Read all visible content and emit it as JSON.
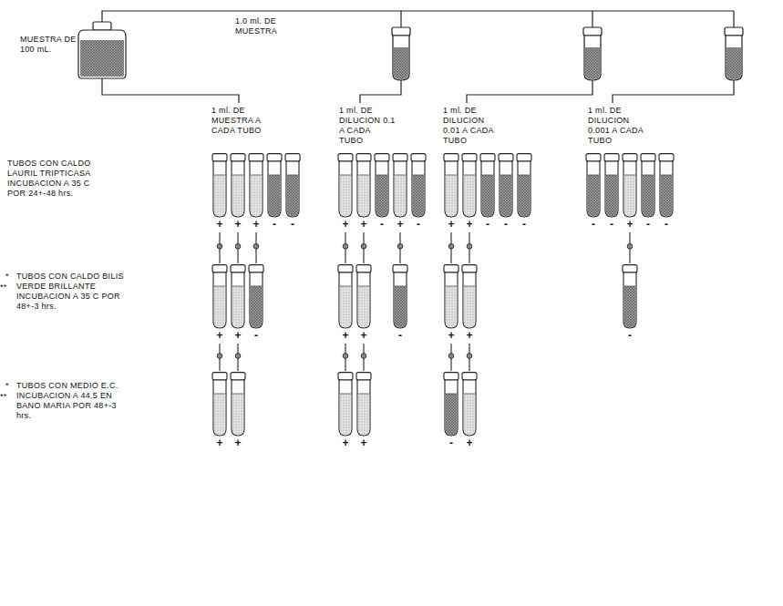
{
  "diagram": {
    "nodes": [
      {
        "text": [
          "+"
        ]
      },
      {
        "text": [
          "+"
        ]
      },
      {
        "text": [
          "+"
        ]
      },
      {
        "text": [
          "-"
        ]
      },
      {
        "text": [
          "-"
        ]
      },
      {
        "text": [
          "+"
        ]
      },
      {
        "text": [
          "+"
        ]
      },
      {
        "text": [
          "-"
        ]
      },
      {
        "text": [
          "+"
        ]
      },
      {
        "text": [
          "-"
        ]
      },
      {
        "text": [
          "+"
        ]
      },
      {
        "text": [
          "+"
        ]
      },
      {
        "text": [
          "-"
        ]
      },
      {
        "text": [
          "-"
        ]
      },
      {
        "text": [
          "-"
        ]
      },
      {
        "text": [
          "-"
        ]
      },
      {
        "text": [
          "-"
        ]
      },
      {
        "text": [
          "+"
        ]
      },
      {
        "text": [
          "-"
        ]
      },
      {
        "text": [
          "-"
        ]
      },
      {
        "text": [
          "+"
        ]
      },
      {
        "text": [
          "+"
        ]
      },
      {
        "text": [
          "-"
        ]
      },
      {
        "text": [
          "+"
        ]
      },
      {
        "text": [
          "+"
        ]
      },
      {
        "text": [
          "-"
        ]
      },
      {
        "text": [
          "+"
        ]
      },
      {
        "text": [
          "+"
        ]
      },
      {
        "text": [
          "-"
        ]
      },
      {
        "text": [
          "+"
        ]
      },
      {
        "text": [
          "+"
        ]
      },
      {
        "text": [
          "+"
        ]
      },
      {
        "text": [
          "+"
        ]
      },
      {
        "text": [
          "-"
        ]
      },
      {
        "text": [
          "+"
        ]
      }
    ],
    "edges": [
      {
        "from": 0,
        "to": 20,
        "arrow": "none"
      },
      {
        "from": 1,
        "to": 21,
        "arrow": "none"
      },
      {
        "from": 2,
        "to": 22,
        "arrow": "none"
      },
      {
        "from": 5,
        "to": 23,
        "arrow": "none"
      },
      {
        "from": 6,
        "to": 24,
        "arrow": "none"
      },
      {
        "from": 8,
        "to": 25,
        "arrow": "none"
      },
      {
        "from": 10,
        "to": 26,
        "arrow": "none"
      },
      {
        "from": 11,
        "to": 27,
        "arrow": "none"
      },
      {
        "from": 17,
        "to": 28,
        "arrow": "none"
      },
      {
        "from": 20,
        "to": 29,
        "arrow": "none"
      },
      {
        "from": 21,
        "to": 30,
        "arrow": "none"
      },
      {
        "from": 23,
        "to": 31,
        "arrow": "none"
      },
      {
        "from": 24,
        "to": 32,
        "arrow": "none"
      },
      {
        "from": 26,
        "to": 33,
        "arrow": "none"
      },
      {
        "from": 27,
        "to": 34,
        "arrow": "none"
      }
    ],
    "labels": [
      "MUESTRA DE 100 mL.",
      "1.0 ml. DE MUESTRA",
      "1 ml. DE MUESTRA A CADA TUBO",
      "1 ml. DE DILUCION 0.1 A CADA TUBO",
      "1 ml. DE DILUCION 0.01 A CADA TUBO",
      "1 ml. DE DILUCION 0.001 A CADA TUBO",
      "TUBOS CON CALDO LAURIL TRIPTICASA INCUBACION A 35 C POR 24+-48 hrs.",
      "*",
      "**",
      "TUBOS CON CALDO BILIS VERDE BRILLANTE INCUBACION A 35 C POR 48+-3 hrs.",
      "*",
      "**",
      "TUBOS CON MEDIO E.C. INCUBACION A 44.5 EN BANO MARIA POR 48+-3 hrs."
    ]
  }
}
